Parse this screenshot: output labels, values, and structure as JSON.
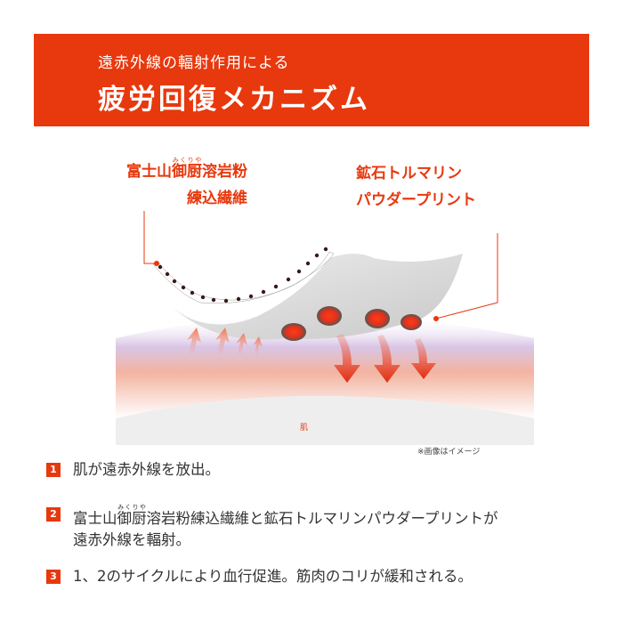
{
  "banner": {
    "subtitle": "遠赤外線の輻射作用による",
    "title": "疲労回復メカニズム"
  },
  "labels": {
    "fiber_line1_pre": "富士山",
    "fiber_ruby_base": "御厨",
    "fiber_ruby": "みくりや",
    "fiber_line1_post": "溶岩粉",
    "fiber_line2": "練込繊維",
    "print_line1": "鉱石トルマリン",
    "print_line2": "パウダープリント"
  },
  "skin_label": "肌",
  "note": "※画像はイメージ",
  "steps": [
    {
      "num": "1",
      "text": "肌が遠赤外線を放出。"
    },
    {
      "num": "2",
      "pre": "富士山",
      "ruby_base": "御厨",
      "ruby": "みくりや",
      "post": "溶岩粉練込繊維と鉱石トルマリンパウダープリントが",
      "line2": "遠赤外線を輻射。"
    },
    {
      "num": "3",
      "text": "1、2のサイクルにより血行促進。筋肉のコリが緩和される。"
    }
  ],
  "colors": {
    "accent": "#e8380d"
  }
}
